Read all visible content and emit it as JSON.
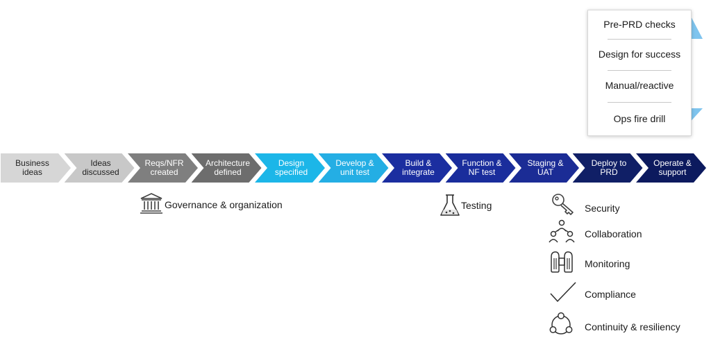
{
  "stages": [
    {
      "label": "Business ideas",
      "color": "#d6d6d6",
      "text_color": "#222222"
    },
    {
      "label": "Ideas discussed",
      "color": "#c8c8c8",
      "text_color": "#222222"
    },
    {
      "label": "Reqs/NFR created",
      "color": "#7f7f7f",
      "text_color": "#ffffff"
    },
    {
      "label": "Architecture defined",
      "color": "#6d6d6d",
      "text_color": "#ffffff"
    },
    {
      "label": "Design specified",
      "color": "#1cb6e8",
      "text_color": "#ffffff"
    },
    {
      "label": "Develop & unit test",
      "color": "#24aee4",
      "text_color": "#ffffff"
    },
    {
      "label": "Build & integrate",
      "color": "#1b2ea0",
      "text_color": "#ffffff"
    },
    {
      "label": "Function & NF test",
      "color": "#1a2d9c",
      "text_color": "#ffffff"
    },
    {
      "label": "Staging & UAT",
      "color": "#1b2c95",
      "text_color": "#ffffff"
    },
    {
      "label": "Deploy to PRD",
      "color": "#101f66",
      "text_color": "#ffffff"
    },
    {
      "label": "Operate & support",
      "color": "#0c1a5e",
      "text_color": "#ffffff"
    }
  ],
  "panel": {
    "items": [
      "Pre-PRD checks",
      "Design for success",
      "Manual/reactive",
      "Ops fire drill"
    ],
    "accent": "#7fc4ee"
  },
  "annotations": {
    "governance": {
      "label": "Governance & organization",
      "icon": "building-columns-icon"
    },
    "testing": {
      "label": "Testing",
      "icon": "lab-flask-icon"
    }
  },
  "pillars": [
    {
      "label": "Security",
      "icon": "key-icon"
    },
    {
      "label": "Collaboration",
      "icon": "people-network-icon"
    },
    {
      "label": "Monitoring",
      "icon": "binoculars-icon"
    },
    {
      "label": "Compliance",
      "icon": "checkmark-icon"
    },
    {
      "label": "Continuity & resiliency",
      "icon": "cycle-nodes-icon"
    }
  ]
}
